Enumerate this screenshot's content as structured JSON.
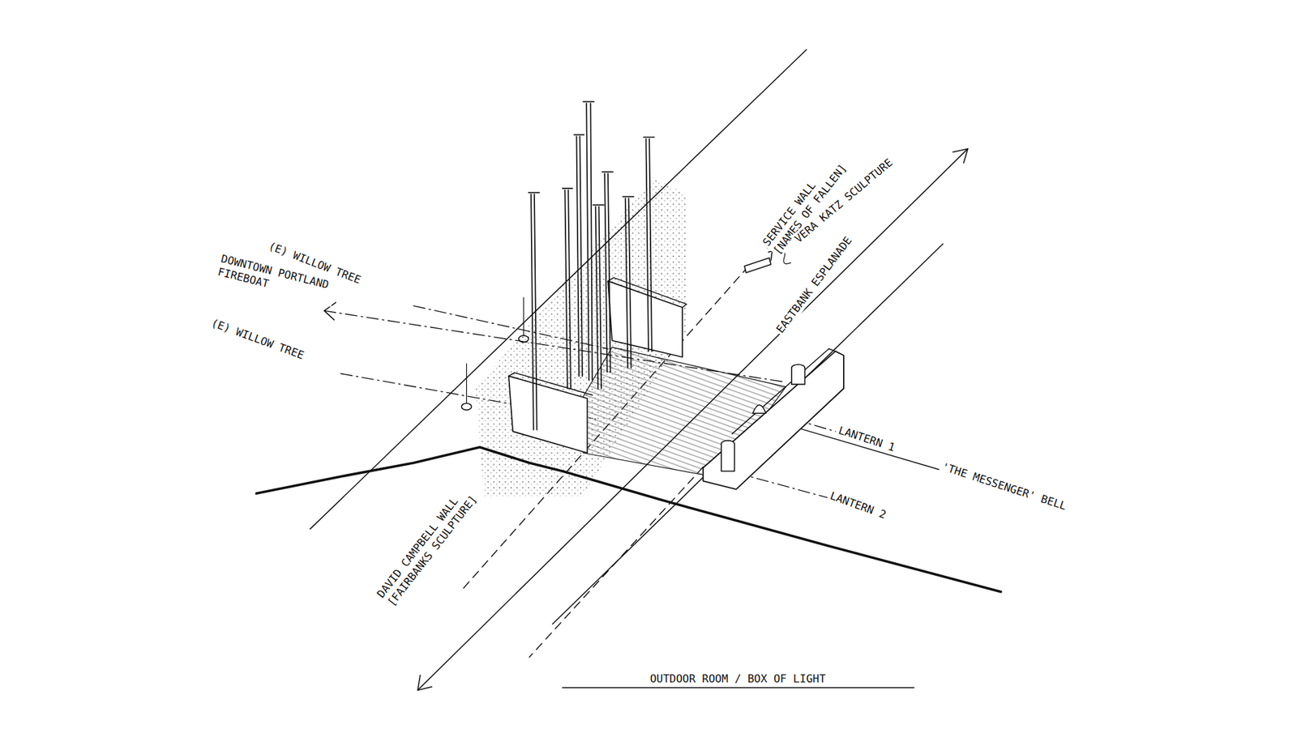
{
  "diagram": {
    "caption": "OUTDOOR ROOM / BOX OF LIGHT",
    "labels": [
      "(E) WILLOW TREE",
      "DOWNTOWN PORTLAND FIREBOAT",
      "(E) WILLOW TREE",
      "SERVICE WALL [NAMES OF FALLEN]",
      "VERA KATZ SCULPTURE",
      "EASTBANK ESPLANADE",
      "LANTERN 1",
      "'THE MESSENGER' BELL",
      "LANTERN 2",
      "DAVID CAMPBELL WALL [FAIRBANKS SCULPTURE]"
    ]
  }
}
